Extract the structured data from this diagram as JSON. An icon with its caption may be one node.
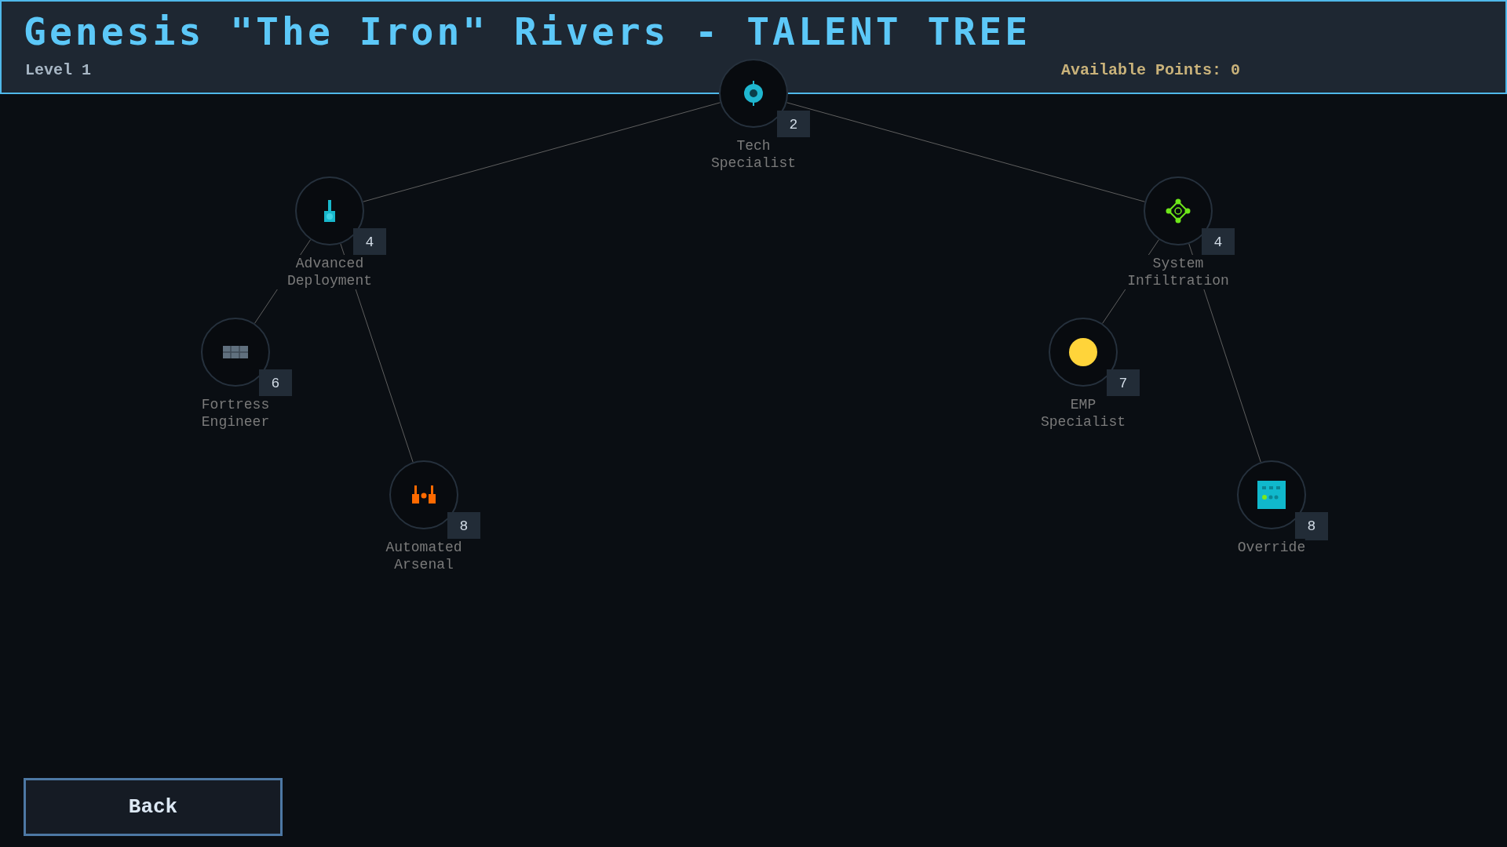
{
  "diagram": {
    "title": "Genesis \"The Iron\" Rivers - TALENT TREE",
    "nodes": [
      {
        "text": [
          "2",
          "Tech Specialist"
        ]
      },
      {
        "text": [
          "4",
          "Advanced Deployment"
        ]
      },
      {
        "text": [
          "4",
          "System Infiltration"
        ]
      },
      {
        "text": [
          "6",
          "Fortress Engineer"
        ]
      },
      {
        "text": [
          "8",
          "Automated Arsenal"
        ]
      },
      {
        "text": [
          "7",
          "EMP Specialist"
        ]
      },
      {
        "text": [
          "8",
          "Override"
        ]
      }
    ],
    "edges": [
      {
        "from": 0,
        "to": 1,
        "arrow": "none"
      },
      {
        "from": 0,
        "to": 2,
        "arrow": "none"
      },
      {
        "from": 1,
        "to": 3,
        "arrow": "none"
      },
      {
        "from": 1,
        "to": 4,
        "arrow": "none"
      },
      {
        "from": 2,
        "to": 5,
        "arrow": "none"
      },
      {
        "from": 2,
        "to": 6,
        "arrow": "none"
      }
    ],
    "labels": [
      "Level 1",
      "Available Points: 0",
      "Back"
    ]
  }
}
